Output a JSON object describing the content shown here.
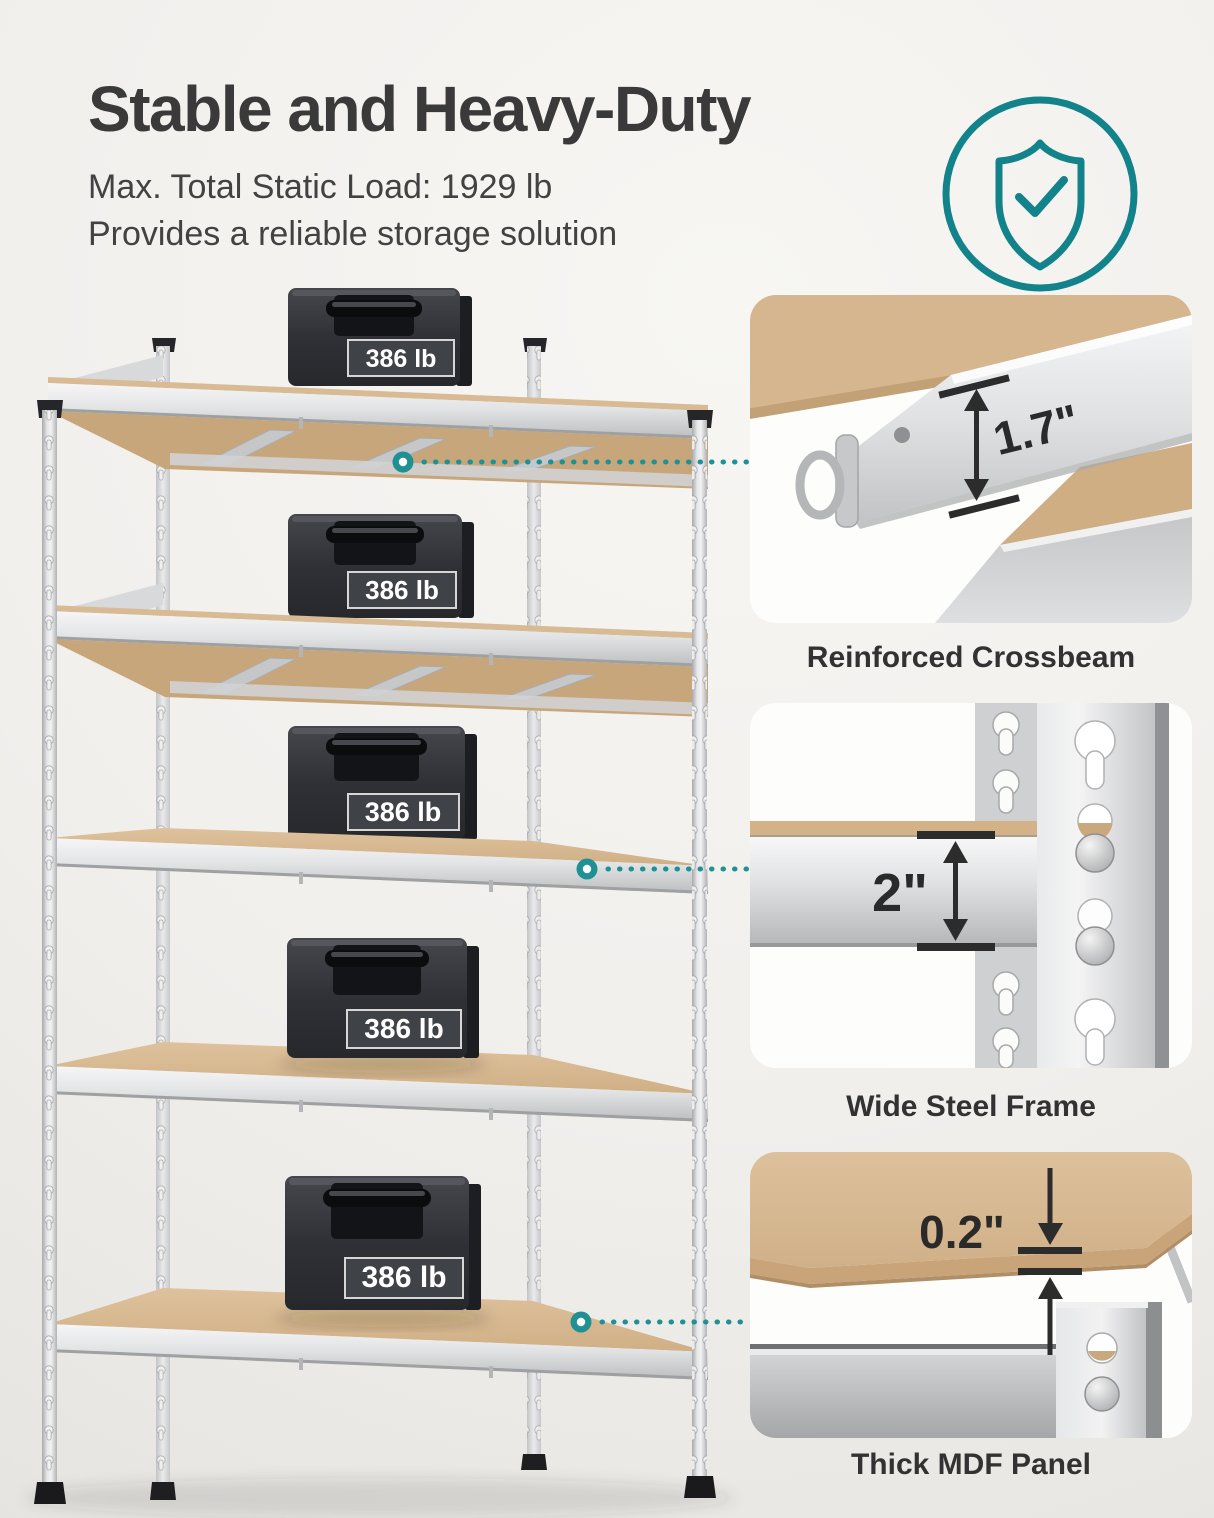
{
  "header": {
    "title": "Stable and Heavy-Duty",
    "subtitle_line1": "Max. Total Static Load: 1929 lb",
    "subtitle_line2": "Provides a reliable storage solution"
  },
  "product": {
    "tier_count": 5,
    "weight_label": "386 lb"
  },
  "callouts": [
    {
      "measurement": "1.7\"",
      "caption": "Reinforced Crossbeam"
    },
    {
      "measurement": "2\"",
      "caption": "Wide Steel Frame"
    },
    {
      "measurement": "0.2\"",
      "caption": "Thick MDF Panel"
    }
  ],
  "colors": {
    "accent_teal": "#12838a",
    "title_gray": "#3a3a3a",
    "mdf_tan": "#d5b58d",
    "steel_silver": "#d6d7d9",
    "weight_charcoal": "#2c2e32"
  }
}
